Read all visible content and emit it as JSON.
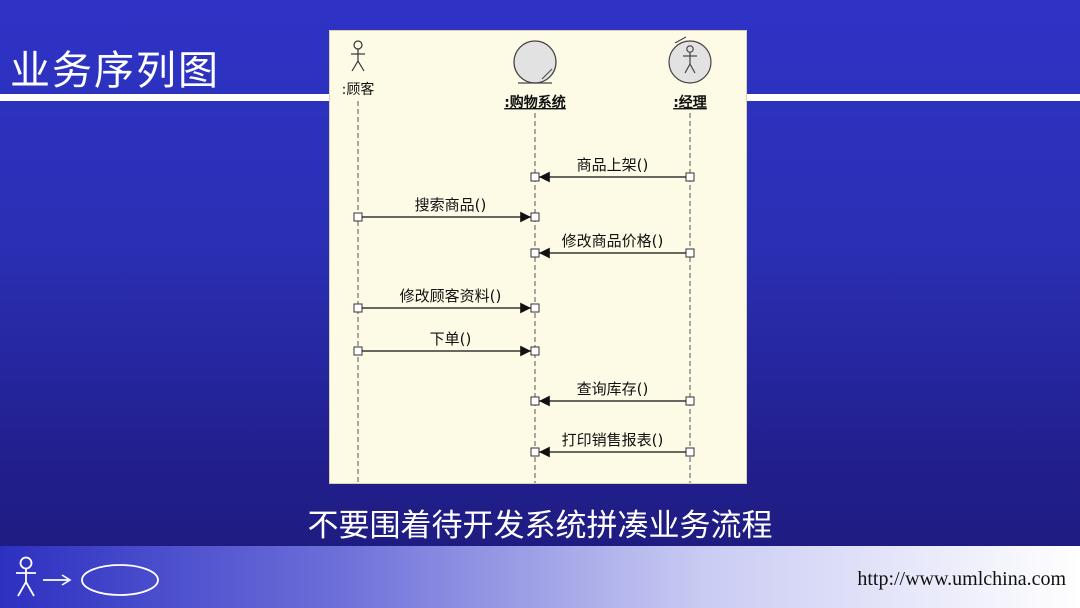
{
  "slide": {
    "title": "业务序列图",
    "caption": "不要围着待开发系统拼凑业务流程",
    "footer_url": "http://www.umlchina.com"
  },
  "diagram": {
    "lifelines": [
      {
        "id": "customer",
        "label": ":顾客",
        "kind": "actor"
      },
      {
        "id": "system",
        "label": ":购物系统",
        "kind": "entity"
      },
      {
        "id": "manager",
        "label": ":经理",
        "kind": "worker"
      }
    ],
    "messages": [
      {
        "from": "manager",
        "to": "system",
        "label": "商品上架()"
      },
      {
        "from": "customer",
        "to": "system",
        "label": "搜索商品()"
      },
      {
        "from": "manager",
        "to": "system",
        "label": "修改商品价格()"
      },
      {
        "from": "customer",
        "to": "system",
        "label": "修改顾客资料()"
      },
      {
        "from": "customer",
        "to": "system",
        "label": "下单()"
      },
      {
        "from": "manager",
        "to": "system",
        "label": "查询库存()"
      },
      {
        "from": "manager",
        "to": "system",
        "label": "打印销售报表()"
      }
    ]
  },
  "colors": {
    "background": "#2a2fb4",
    "diagram_bg": "#fdfae6",
    "text_white": "#ffffff"
  },
  "icons": {
    "logo": "actor-usecase-icon"
  }
}
